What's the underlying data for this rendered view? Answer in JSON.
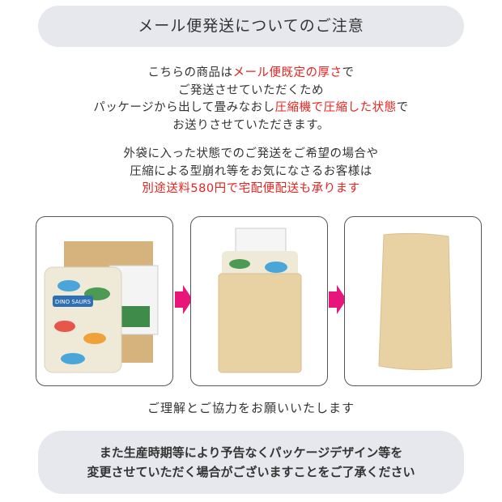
{
  "header": {
    "title": "メール便発送についてのご注意"
  },
  "notice1": {
    "line1_a": "こちらの商品は",
    "line1_red": "メール便既定の厚さ",
    "line1_b": "で",
    "line2": "ご発送させていただくため",
    "line3_a": "パッケージから出して畳みなおし",
    "line3_red": "圧縮機で圧縮した状態",
    "line3_b": "で",
    "line4": "お送りさせていただきます。"
  },
  "notice2": {
    "line1": "外袋に入った状態でのご発送をご希望の場合や",
    "line2": "圧縮による型崩れ等をお気になさるお客様は",
    "line3_red": "別途送料580円で宅配便配送も承ります"
  },
  "steps": {
    "product_label": "DINO SAURS"
  },
  "closing": "ご理解とご協力をお願いいたします",
  "footer": {
    "line1": "また生産時期等により予告なくパッケージデザイン等を",
    "line2": "変更させていただく場合がございますことをご了承ください"
  },
  "colors": {
    "accent_red": "#e5231f",
    "arrow_magenta": "#e8157a",
    "pill_bg": "#e6e8ee",
    "envelope": "#e8d2a4"
  }
}
